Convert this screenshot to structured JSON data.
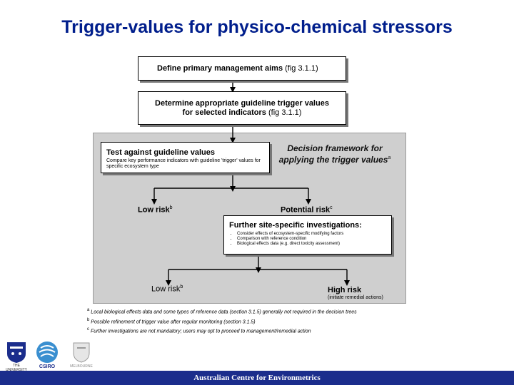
{
  "title": "Trigger-values for physico-chemical stressors",
  "box1": {
    "text": "Define primary management aims",
    "ref": "(fig 3.1.1)"
  },
  "box2": {
    "line1": "Determine appropriate guideline trigger values",
    "line2": "for selected indicators",
    "ref": "(fig 3.1.1)"
  },
  "box3": {
    "heading": "Test against guideline values",
    "sub": "Compare key performance indicators with guideline 'trigger' values for specific ecosystem type"
  },
  "framework": {
    "line1": "Decision framework for",
    "line2": "applying the trigger values",
    "sup": "a"
  },
  "low_risk_1": {
    "label": "Low risk",
    "sup": "b"
  },
  "potential_risk": {
    "label": "Potential risk",
    "sup": "c"
  },
  "box4": {
    "heading": "Further site-specific investigations:",
    "bullets": [
      "Consider effects of ecosystem-specific modifying factors",
      "Comparison with reference condition",
      "Biological effects data (e.g. direct toxicity assessment)"
    ]
  },
  "low_risk_2": {
    "label": "Low risk",
    "sup": "b"
  },
  "high_risk": {
    "label": "High risk",
    "note": "(initiate remedial actions)"
  },
  "footnotes": [
    {
      "sup": "a",
      "text": "Local biological effects data and some types of reference data (section 3.1.5) generally not required in the decision trees"
    },
    {
      "sup": "b",
      "text": "Possible refinement of trigger value after regular monitoring (section 3.1.5)"
    },
    {
      "sup": "c",
      "text": "Further investigations are not mandatory; users may opt to proceed to management/remedial action"
    }
  ],
  "logos": {
    "uni_text": "THE UNIVERSITY OF MELBOURNE",
    "csiro_text": "CSIRO",
    "melb_text": "MELBOURNE"
  },
  "footer": "Australian Centre for Environmetrics",
  "colors": {
    "title": "#001e8c",
    "footer_bg": "#1b2d8c",
    "panel": "#cfcfcf"
  }
}
